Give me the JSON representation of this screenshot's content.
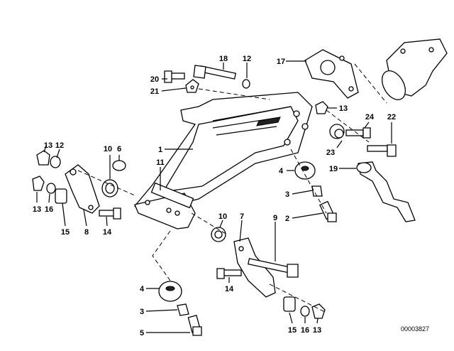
{
  "diagram": {
    "doc_id": "00003827",
    "callouts": [
      {
        "key": "c18",
        "text": "18"
      },
      {
        "key": "c12a",
        "text": "12"
      },
      {
        "key": "c17",
        "text": "17"
      },
      {
        "key": "c20",
        "text": "20"
      },
      {
        "key": "c21",
        "text": "21"
      },
      {
        "key": "c13a",
        "text": "13"
      },
      {
        "key": "c24",
        "text": "24"
      },
      {
        "key": "c22",
        "text": "22"
      },
      {
        "key": "c23",
        "text": "23"
      },
      {
        "key": "c1",
        "text": "1"
      },
      {
        "key": "c13b",
        "text": "13"
      },
      {
        "key": "c12b",
        "text": "12"
      },
      {
        "key": "c10a",
        "text": "10"
      },
      {
        "key": "c6",
        "text": "6"
      },
      {
        "key": "c11",
        "text": "11"
      },
      {
        "key": "c4a",
        "text": "4"
      },
      {
        "key": "c19",
        "text": "19"
      },
      {
        "key": "c13c",
        "text": "13"
      },
      {
        "key": "c16a",
        "text": "16"
      },
      {
        "key": "c3a",
        "text": "3"
      },
      {
        "key": "c2",
        "text": "2"
      },
      {
        "key": "c15a",
        "text": "15"
      },
      {
        "key": "c8",
        "text": "8"
      },
      {
        "key": "c14a",
        "text": "14"
      },
      {
        "key": "c10b",
        "text": "10"
      },
      {
        "key": "c7",
        "text": "7"
      },
      {
        "key": "c9",
        "text": "9"
      },
      {
        "key": "c4b",
        "text": "4"
      },
      {
        "key": "c14b",
        "text": "14"
      },
      {
        "key": "c3b",
        "text": "3"
      },
      {
        "key": "c5",
        "text": "5"
      },
      {
        "key": "c15b",
        "text": "15"
      },
      {
        "key": "c16b",
        "text": "16"
      },
      {
        "key": "c13d",
        "text": "13"
      }
    ]
  }
}
